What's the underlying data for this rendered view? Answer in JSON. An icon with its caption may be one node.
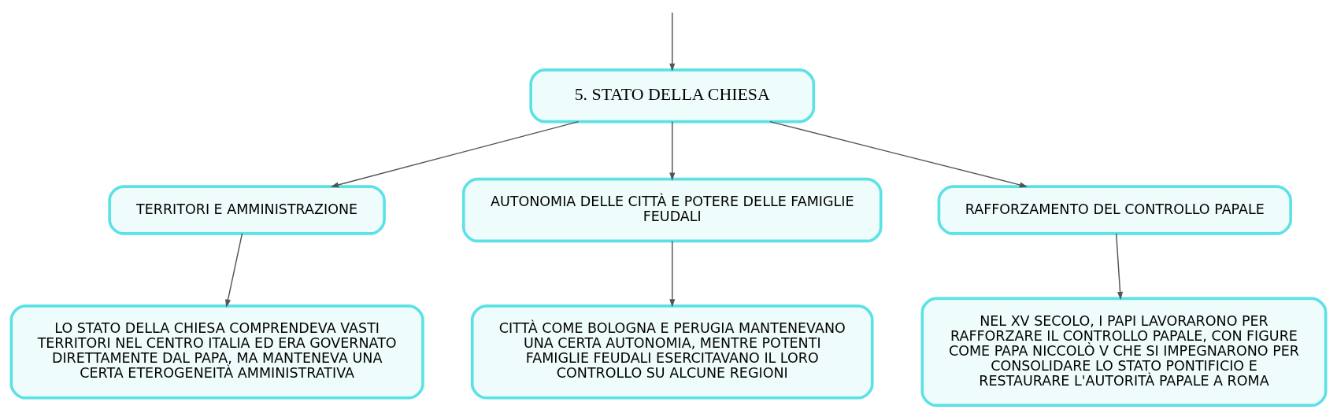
{
  "diagram": {
    "nodes": [
      {
        "text": [
          "5. STATO DELLA CHIESA"
        ]
      },
      {
        "text": [
          "TERRITORI E AMMINISTRAZIONE"
        ]
      },
      {
        "text": [
          "AUTONOMIA DELLE CITTÀ E POTERE DELLE FAMIGLIE FEUDALI"
        ]
      },
      {
        "text": [
          "RAFFORZAMENTO DEL CONTROLLO PAPALE"
        ]
      },
      {
        "text": [
          "LO STATO DELLA CHIESA COMPRENDEVA VASTI TERRITORI NEL CENTRO ITALIA ED ERA GOVERNATO DIRETTAMENTE DAL PAPA, MA MANTENEVA UNA CERTA ETEROGENEITÀ AMMINISTRATIVA"
        ]
      },
      {
        "text": [
          "CITTÀ COME BOLOGNA E PERUGIA MANTENEVANO UNA CERTA AUTONOMIA, MENTRE POTENTI FAMIGLIE FEUDALI ESERCITAVANO IL LORO CONTROLLO SU ALCUNE REGIONI"
        ]
      },
      {
        "text": [
          "NEL XV SECOLO, I PAPI LAVORARONO PER RAFFORZARE IL CONTROLLO PAPALE, CON FIGURE COME PAPA NICCOLÒ V CHE SI IMPEGNARONO PER CONSOLIDARE LO STATO PONTIFICIO E RESTAURARE L'AUTORITÀ PAPALE A ROMA"
        ]
      }
    ],
    "edges": [
      {
        "from": null,
        "to": 0,
        "arrow": "to"
      },
      {
        "from": 0,
        "to": 1,
        "arrow": "to"
      },
      {
        "from": 0,
        "to": 2,
        "arrow": "to"
      },
      {
        "from": 0,
        "to": 3,
        "arrow": "to"
      },
      {
        "from": 1,
        "to": 4,
        "arrow": "to"
      },
      {
        "from": 2,
        "to": 5,
        "arrow": "to"
      },
      {
        "from": 3,
        "to": 6,
        "arrow": "to"
      }
    ]
  }
}
